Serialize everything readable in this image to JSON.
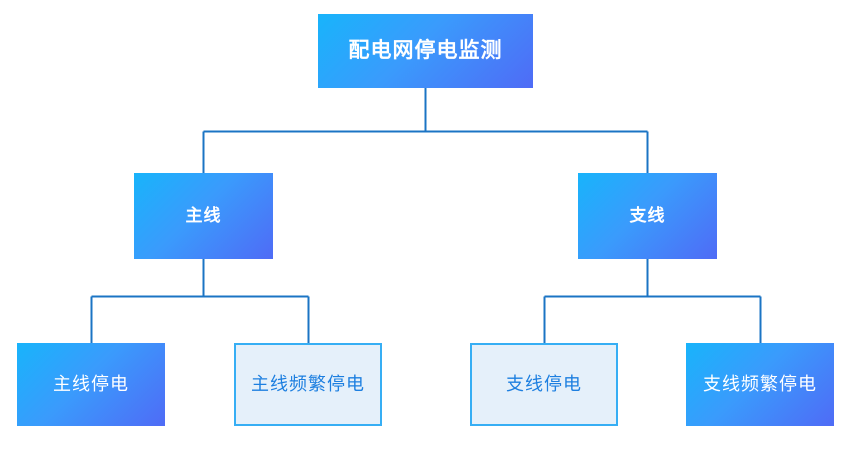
{
  "diagram": {
    "type": "org-tree",
    "orientation": "top-down",
    "colors": {
      "filled_gradient_start": "#18b4fb",
      "filled_gradient_mid": "#3a9bfc",
      "filled_gradient_end": "#4f6bf6",
      "outlined_fill": "#e5f0fa",
      "outlined_border": "#36aef4",
      "outlined_text": "#1d7fe0",
      "filled_text": "#ffffff",
      "connector_line": "#1b74c4",
      "background": "#ffffff"
    },
    "root": {
      "label": "配电网停电监测",
      "style": "filled"
    },
    "level2": [
      {
        "label": "主线",
        "style": "filled"
      },
      {
        "label": "支线",
        "style": "filled"
      }
    ],
    "leaves": [
      {
        "label": "主线停电",
        "style": "filled"
      },
      {
        "label": "主线频繁停电",
        "style": "outlined"
      },
      {
        "label": "支线停电",
        "style": "outlined"
      },
      {
        "label": "支线频繁停电",
        "style": "filled"
      }
    ]
  }
}
